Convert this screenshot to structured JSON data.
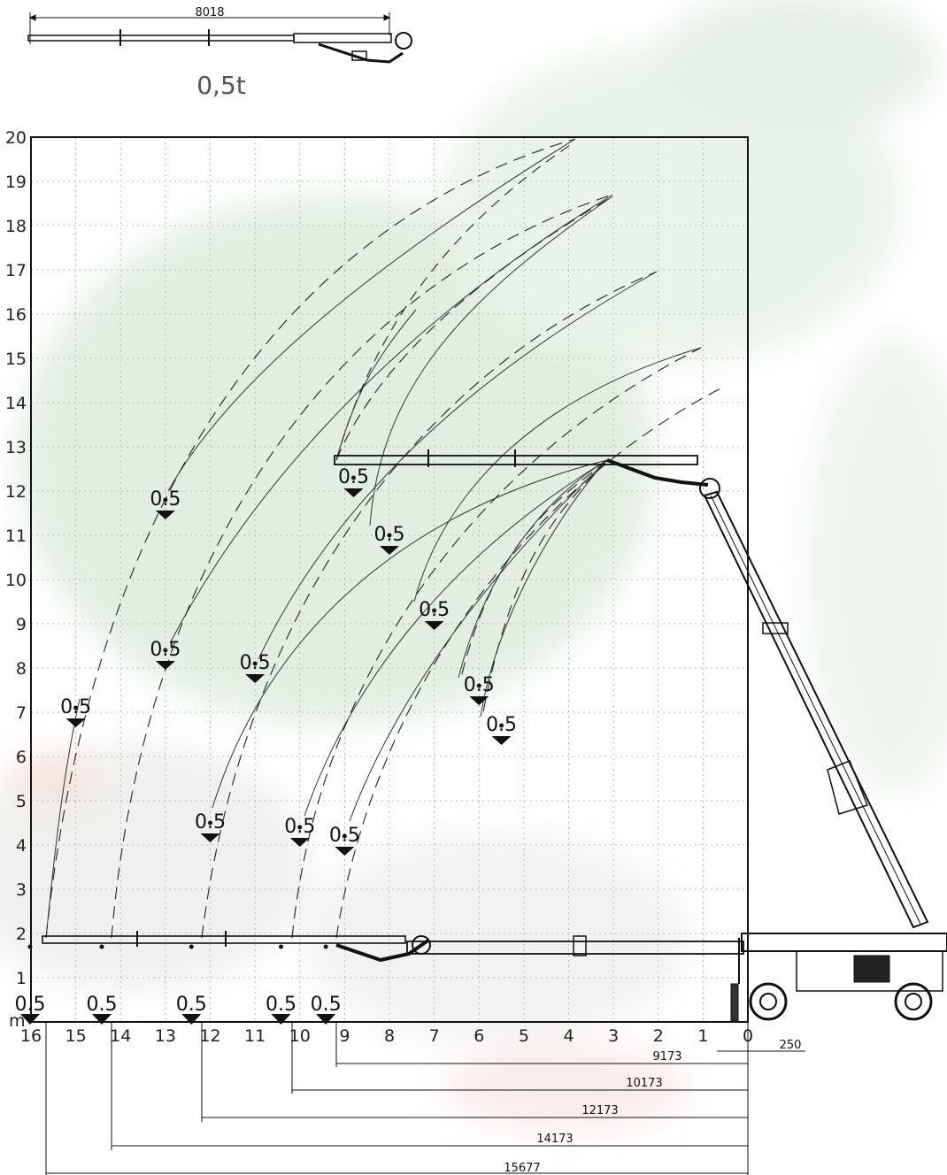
{
  "stowed_length_label": "8018",
  "capacity_label": "0,5t",
  "unit_label": "m",
  "y_ticks": [
    "20",
    "19",
    "18",
    "17",
    "16",
    "15",
    "14",
    "13",
    "12",
    "11",
    "10",
    "9",
    "8",
    "7",
    "6",
    "5",
    "4",
    "3",
    "2",
    "1"
  ],
  "x_ticks": [
    "16",
    "15",
    "14",
    "13",
    "12",
    "11",
    "10",
    "9",
    "8",
    "7",
    "6",
    "5",
    "4",
    "3",
    "2",
    "1",
    "0"
  ],
  "load_value": "0.5",
  "load_points": [
    {
      "x": 13,
      "y": 11.6
    },
    {
      "x": 8.8,
      "y": 12.1
    },
    {
      "x": 8.0,
      "y": 10.8
    },
    {
      "x": 7.0,
      "y": 9.1
    },
    {
      "x": 13,
      "y": 8.2
    },
    {
      "x": 11,
      "y": 7.9
    },
    {
      "x": 15,
      "y": 6.9
    },
    {
      "x": 6.0,
      "y": 7.4
    },
    {
      "x": 5.5,
      "y": 6.5
    },
    {
      "x": 12,
      "y": 4.3
    },
    {
      "x": 10,
      "y": 4.2
    },
    {
      "x": 9,
      "y": 4.0
    },
    {
      "x": 16,
      "y": 0
    },
    {
      "x": 14.4,
      "y": 0
    },
    {
      "x": 12.4,
      "y": 0
    },
    {
      "x": 10.4,
      "y": 0
    },
    {
      "x": 9.4,
      "y": 0
    }
  ],
  "reach_dimensions": [
    "250",
    "9173",
    "10173",
    "12173",
    "14173",
    "15677"
  ],
  "chart_data": {
    "type": "scatter",
    "title": "0,5t",
    "xlabel": "",
    "ylabel": "m",
    "xlim": [
      16,
      0
    ],
    "ylim": [
      0,
      20
    ],
    "grid": true,
    "series": [
      {
        "values": [
          {
            "x": 13,
            "y": 11.6
          },
          {
            "x": 8.8,
            "y": 12.1
          },
          {
            "x": 8.0,
            "y": 10.8
          },
          {
            "x": 7.0,
            "y": 9.1
          },
          {
            "x": 13,
            "y": 8.2
          },
          {
            "x": 11,
            "y": 7.9
          },
          {
            "x": 15,
            "y": 6.9
          },
          {
            "x": 6.0,
            "y": 7.4
          },
          {
            "x": 5.5,
            "y": 6.5
          },
          {
            "x": 12,
            "y": 4.3
          },
          {
            "x": 10,
            "y": 4.2
          },
          {
            "x": 9,
            "y": 4.0
          }
        ]
      }
    ]
  }
}
